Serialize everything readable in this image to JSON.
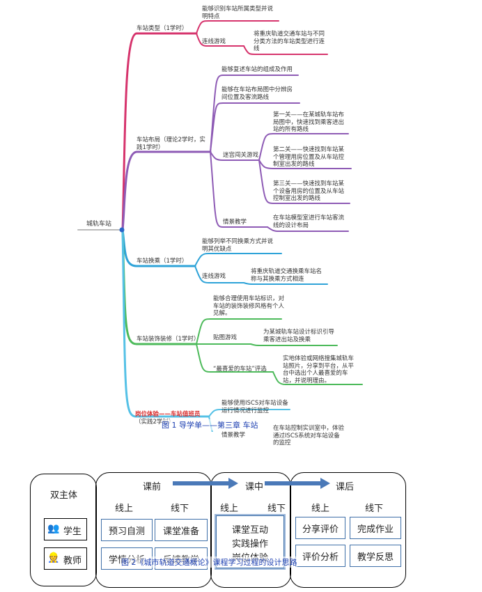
{
  "mindmap": {
    "root": "城轨车站",
    "b1": {
      "label": "车站类型（1学时）",
      "c1": "能够识别车站所属类型并说\n明特点",
      "c2": "连线游戏",
      "c2_leaf": "将重庆轨道交通车站与不同\n分类方法的车站类型进行连\n线"
    },
    "b2": {
      "label": "车站布局（理论2学时，实\n践1学时）",
      "c1": "能够复述车站的组成及作用",
      "c2": "能够在车站布局图中分辨房\n间位置及客流路线",
      "c3": "迷宫闯关游戏",
      "c3_l1": "第一关——在某城轨车站布\n局图中，快速找到乘客进出\n站的所有路线",
      "c3_l2": "第二关——快速找到车站某\n个管理用房位置及从车站控\n制室出发的路线",
      "c3_l3": "第三关——快速找到车站某\n个设备用房的位置及从车站\n控制室出发的路线",
      "c4": "情景教学",
      "c4_leaf": "在车站模型室进行车站客流\n线的设计布局"
    },
    "b3": {
      "label": "车站换乘（1学时）",
      "c1": "能够列举不同换乘方式并说\n明其优缺点",
      "c2": "连线游戏",
      "c2_leaf": "将重庆轨道交通换乘车站名\n称与其换乘方式相连"
    },
    "b4": {
      "label": "车站装饰装修（1学时）",
      "c1": "能够合理使用车站标识，对\n车站的装饰装修风格有个人\n见解。",
      "c2": "贴图游戏",
      "c2_leaf": "为某城轨车站设计标识引导\n乘客进出站及换乘",
      "c3": "“最喜爱的车站”评选",
      "c3_leaf": "实地体验或网络搜集城轨车\n站照片，分享到平台，从平\n台中选出个人最喜爱的车\n站，并说明理由。"
    },
    "b5": {
      "label": "岗位体验——车站值班员",
      "label2": "（实践2学时）",
      "c1": "能够使用ISCS对车站设备\n运行情况进行监控",
      "c2": "情景教学",
      "c2_leaf": "在车站控制实训室中，体验\n通过ISCS系统对车站设备\n的监控"
    }
  },
  "caption1": "图 1 导学单——第三章 车站",
  "flow": {
    "actors_title": "双主体",
    "student": "学生",
    "teacher": "教师",
    "pre": {
      "title": "课前",
      "online": "线上",
      "offline": "线下",
      "items": [
        "预习自测",
        "学情分析",
        "课堂准备",
        "反馈教学"
      ]
    },
    "in": {
      "title": "课中",
      "online": "线上",
      "offline": "线下",
      "items": [
        "课堂互动",
        "实践操作",
        "岗位体验"
      ]
    },
    "post": {
      "title": "课后",
      "online": "线上",
      "offline": "线下",
      "items": [
        "分享评价",
        "评价分析",
        "完成作业",
        "教学反思"
      ]
    }
  },
  "caption2": "图 2《城市轨道交通概论》课程学习过程的设计思路",
  "colors": {
    "b1": "#d6336c",
    "b2": "#8e5bb5",
    "b3": "#2ea3d8",
    "b4": "#4cba5a",
    "b5": "#d92b2b",
    "flow_arrow": "#4a79b8"
  }
}
